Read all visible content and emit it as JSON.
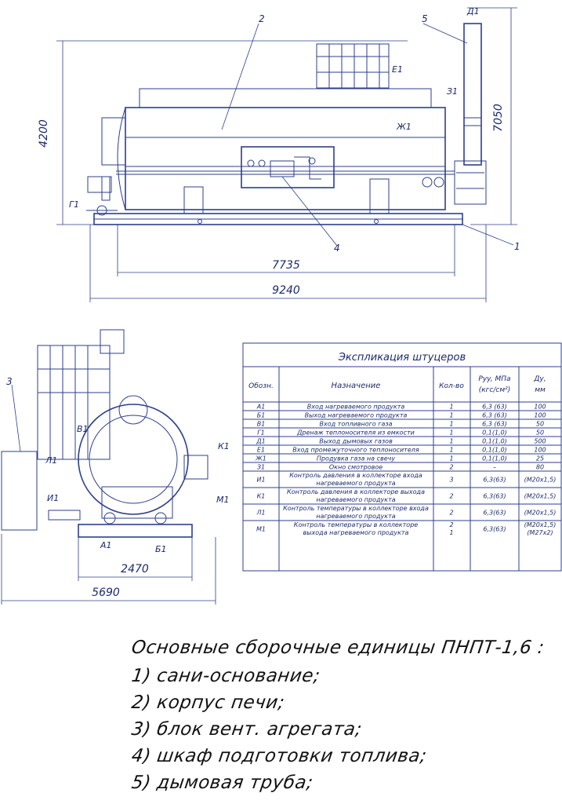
{
  "dimensions": {
    "d4200": "4200",
    "d7050": "7050",
    "d7735": "7735",
    "d9240": "9240",
    "d2470": "2470",
    "d5690": "5690"
  },
  "callouts": {
    "c1": "1",
    "c2": "2",
    "c3": "3",
    "c4": "4",
    "c5": "5",
    "A1": "А1",
    "B1": "Б1",
    "V1": "В1",
    "G1": "Г1",
    "D1": "Д1",
    "E1": "Е1",
    "Zh1": "Ж1",
    "Z1": "З1",
    "I1": "И1",
    "K1": "К1",
    "L1": "Л1",
    "M1": "М1"
  },
  "table": {
    "title": "Экспликация штуцеров",
    "headers": {
      "code": "Обозн.",
      "purpose": "Назначение",
      "qty": "Кол-во",
      "pressure1": "Pуy, МПа",
      "pressure2": "(кгс/см²)",
      "dn1": "Ду,",
      "dn2": "мм"
    },
    "rows": [
      {
        "code": "А1",
        "purpose1": "Вход нагреваемого продукта",
        "purpose2": "",
        "qty": "1",
        "qty2": "",
        "p": "6,3 (63)",
        "dn": "100",
        "dn2": ""
      },
      {
        "code": "Б1",
        "purpose1": "Выход нагреваемого продукта",
        "purpose2": "",
        "qty": "1",
        "qty2": "",
        "p": "6,3 (63)",
        "dn": "100",
        "dn2": ""
      },
      {
        "code": "В1",
        "purpose1": "Вход топливного газа",
        "purpose2": "",
        "qty": "1",
        "qty2": "",
        "p": "6,3 (63)",
        "dn": "50",
        "dn2": ""
      },
      {
        "code": "Г1",
        "purpose1": "Дренаж теплоносителя из емкости",
        "purpose2": "",
        "qty": "1",
        "qty2": "",
        "p": "0,1(1,0)",
        "dn": "50",
        "dn2": ""
      },
      {
        "code": "Д1",
        "purpose1": "Выход дымовых газов",
        "purpose2": "",
        "qty": "1",
        "qty2": "",
        "p": "0,1(1,0)",
        "dn": "500",
        "dn2": ""
      },
      {
        "code": "Е1",
        "purpose1": "Вход промежуточного теплоносителя",
        "purpose2": "",
        "qty": "1",
        "qty2": "",
        "p": "0,1(1,0)",
        "dn": "100",
        "dn2": ""
      },
      {
        "code": "Ж1",
        "purpose1": "Продувка газа на свечу",
        "purpose2": "",
        "qty": "1",
        "qty2": "",
        "p": "0,1(1,0)",
        "dn": "25",
        "dn2": ""
      },
      {
        "code": "З1",
        "purpose1": "Окно смотровое",
        "purpose2": "",
        "qty": "2",
        "qty2": "",
        "p": "–",
        "dn": "80",
        "dn2": ""
      },
      {
        "code": "И1",
        "purpose1": "Контроль давления в коллекторе входа",
        "purpose2": "нагреваемого продукта",
        "qty": "3",
        "qty2": "",
        "p": "6,3(63)",
        "dn": "(М20х1,5)",
        "dn2": ""
      },
      {
        "code": "К1",
        "purpose1": "Контроль давления в коллекторе выхода",
        "purpose2": "нагреваемого продукта",
        "qty": "2",
        "qty2": "",
        "p": "6,3(63)",
        "dn": "(М20х1,5)",
        "dn2": ""
      },
      {
        "code": "Л1",
        "purpose1": "Контроль температуры в коллекторе входа",
        "purpose2": "нагреваемого продукта",
        "qty": "2",
        "qty2": "",
        "p": "6,3(63)",
        "dn": "(М20х1,5)",
        "dn2": ""
      },
      {
        "code": "М1",
        "purpose1": "Контроль температуры в коллекторе",
        "purpose2": "выхода нагреваемого продукта",
        "qty": "2",
        "qty2": "1",
        "p": "6,3(63)",
        "dn": "(М20х1,5)",
        "dn2": "(М27х2)"
      }
    ]
  },
  "caption": {
    "title": "Основные сборочные единицы ПНПТ-1,6 :",
    "items": [
      "1) сани-основание;",
      "2) корпус печи;",
      "3) блок вент. агрегата;",
      "4) шкаф подготовки топлива;",
      "5) дымовая труба;"
    ]
  },
  "colors": {
    "line": "#2d3f8c",
    "text": "#1d2a6b"
  }
}
